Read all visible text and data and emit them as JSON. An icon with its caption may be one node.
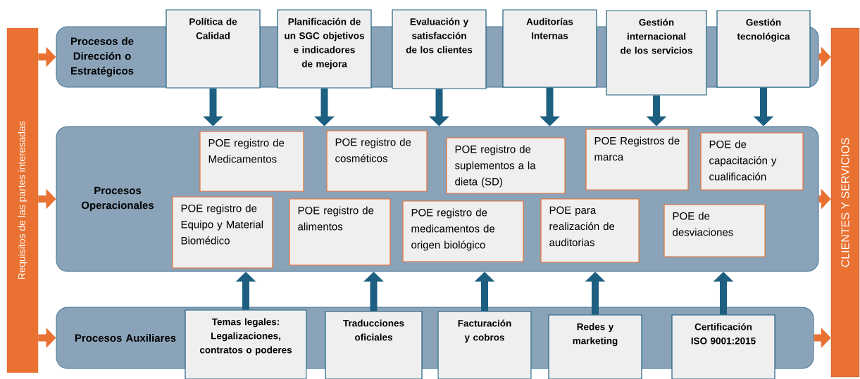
{
  "diagram": {
    "nodes": [
      {
        "text": [
          "Requisitos de las partes interesadas"
        ]
      },
      {
        "text": [
          "Procesos de Dirección o Estratégicos"
        ]
      },
      {
        "text": [
          "Política de Calidad"
        ]
      },
      {
        "text": [
          "Planificación de un SGC objetivos e indicadores de mejora"
        ]
      },
      {
        "text": [
          "Evaluación y satisfacción de los clientes"
        ]
      },
      {
        "text": [
          "Auditorías Internas"
        ]
      },
      {
        "text": [
          "Gestión internacional de los servicios"
        ]
      },
      {
        "text": [
          "Gestión tecnológica"
        ]
      },
      {
        "text": [
          "Procesos Operacionales"
        ]
      },
      {
        "text": [
          "POE registro de Medicamentos"
        ],
        "in": 8
      },
      {
        "text": [
          "POE registro de cosméticos"
        ],
        "in": 8
      },
      {
        "text": [
          "POE registro de suplementos a la dieta (SD)"
        ],
        "in": 8
      },
      {
        "text": [
          "POE Registros de marca"
        ],
        "in": 8
      },
      {
        "text": [
          "POE de capacitación y cualificación"
        ],
        "in": 8
      },
      {
        "text": [
          "POE registro de Equipo y Material Biomédico"
        ],
        "in": 8
      },
      {
        "text": [
          "POE registro de alimentos"
        ],
        "in": 8
      },
      {
        "text": [
          "POE registro de medicamentos de origen biológico"
        ],
        "in": 8
      },
      {
        "text": [
          "POE para realización de auditorias"
        ],
        "in": 8
      },
      {
        "text": [
          "POE de desviaciones"
        ],
        "in": 8
      },
      {
        "text": [
          "Procesos Auxiliares"
        ]
      },
      {
        "text": [
          "Temas legales: Legalizaciones, contratos o poderes"
        ]
      },
      {
        "text": [
          "Traducciones oficiales"
        ]
      },
      {
        "text": [
          "Facturación y cobros"
        ]
      },
      {
        "text": [
          "Redes y marketing"
        ]
      },
      {
        "text": [
          "Certificación ISO 9001:2015"
        ]
      },
      {
        "text": [
          "CLIENTES Y SERVICIOS"
        ]
      }
    ],
    "edges": [
      {
        "from": 0,
        "to": 1,
        "arrow": "to",
        "color": "#e97132"
      },
      {
        "from": 0,
        "to": 8,
        "arrow": "to",
        "color": "#e97132"
      },
      {
        "from": 0,
        "to": 19,
        "arrow": "to",
        "color": "#e97132"
      },
      {
        "from": 2,
        "to": 8,
        "arrow": "to"
      },
      {
        "from": 3,
        "to": 8,
        "arrow": "to"
      },
      {
        "from": 4,
        "to": 8,
        "arrow": "to"
      },
      {
        "from": 5,
        "to": 8,
        "arrow": "to"
      },
      {
        "from": 6,
        "to": 8,
        "arrow": "to"
      },
      {
        "from": 7,
        "to": 8,
        "arrow": "to"
      },
      {
        "from": 20,
        "to": 8,
        "arrow": "to"
      },
      {
        "from": 21,
        "to": 8,
        "arrow": "to"
      },
      {
        "from": 22,
        "to": 8,
        "arrow": "to"
      },
      {
        "from": 23,
        "to": 8,
        "arrow": "to"
      },
      {
        "from": 24,
        "to": 8,
        "arrow": "to"
      },
      {
        "from": 1,
        "to": 25,
        "arrow": "to",
        "color": "#e97132"
      },
      {
        "from": 8,
        "to": 25,
        "arrow": "to",
        "color": "#e97132"
      },
      {
        "from": 19,
        "to": 25,
        "arrow": "to",
        "color": "#e97132"
      }
    ]
  }
}
